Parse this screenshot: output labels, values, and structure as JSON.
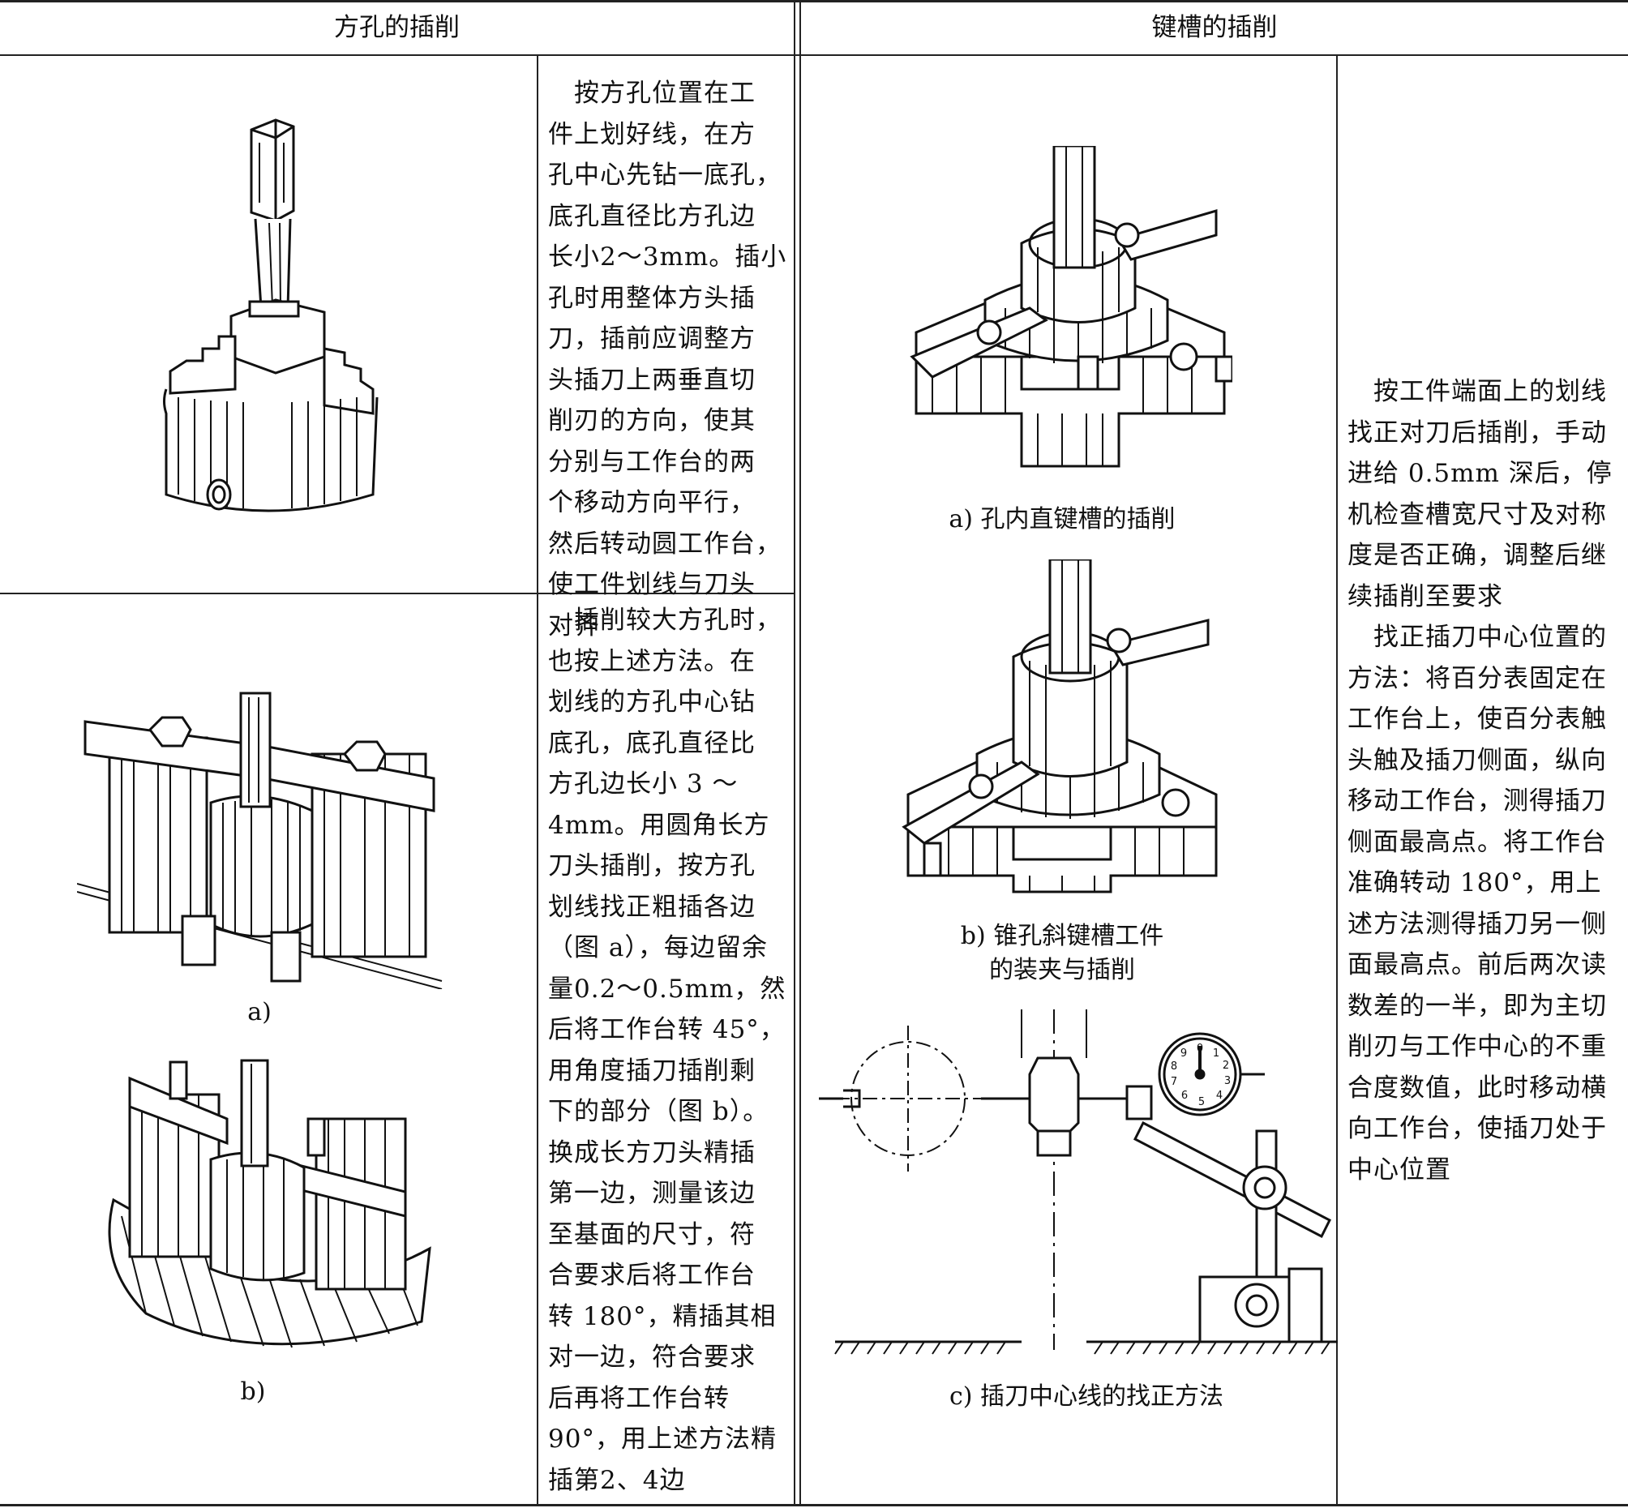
{
  "header": {
    "left": "方孔的插削",
    "right": "键槽的插削"
  },
  "square_small_text": [
    "　按方孔位置在工",
    "件上划好线，在方",
    "孔中心先钻一底孔，",
    "底孔直径比方孔边",
    "长小2～3mm。插小",
    "孔时用整体方头插",
    "刀，插前应调整方",
    "头插刀上两垂直切",
    "削刃的方向，使其",
    "分别与工作台的两",
    "个移动方向平行，",
    "然后转动圆工作台，",
    "使工件划线与刀头",
    "对齐"
  ],
  "square_large_text": [
    "　插削较大方孔时，",
    "也按上述方法。在",
    "划线的方孔中心钻",
    "底孔，底孔直径比",
    "方孔边长小 3 ～",
    "4mm。用圆角长方",
    "刀头插削，按方孔",
    "划线找正粗插各边",
    "（图 a），每边留余",
    "量0.2～0.5mm，然",
    "后将工作台转 45°，",
    "用角度插刀插削剩",
    "下的部分（图 b）。",
    "换成长方刀头精插",
    "第一边，测量该边",
    "至基面的尺寸，符",
    "合要求后将工作台",
    "转 180°，精插其相",
    "对一边，符合要求",
    "后再将工作台转",
    "90°，用上述方法精",
    "插第2、4边"
  ],
  "keyway_text": [
    "　按工件端面上的划线",
    "找正对刀后插削，手动",
    "进给 0.5mm 深后，停",
    "机检查槽宽尺寸及对称",
    "度是否正确，调整后继",
    "续插削至要求",
    "　找正插刀中心位置的",
    "方法：将百分表固定在",
    "工作台上，使百分表触",
    "头触及插刀侧面，纵向",
    "移动工作台，测得插刀",
    "侧面最高点。将工作台",
    "准确转动 180°，用上",
    "述方法测得插刀另一侧",
    "面最高点。前后两次读",
    "数差的一半，即为主切",
    "削刃与工作中心的不重",
    "合度数值，此时移动横",
    "向工作台，使插刀处于",
    "中心位置"
  ],
  "captions": {
    "fig_a_small": "a)",
    "fig_b_small": "b)",
    "keyway_a": "a) 孔内直键槽的插削",
    "keyway_b": "b) 锥孔斜键槽工件\n的装夹与插削",
    "keyway_c": "c) 插刀中心线的找正方法"
  },
  "dial_numbers": [
    "0",
    "1",
    "2",
    "3",
    "4",
    "5",
    "6",
    "7",
    "8",
    "9"
  ]
}
